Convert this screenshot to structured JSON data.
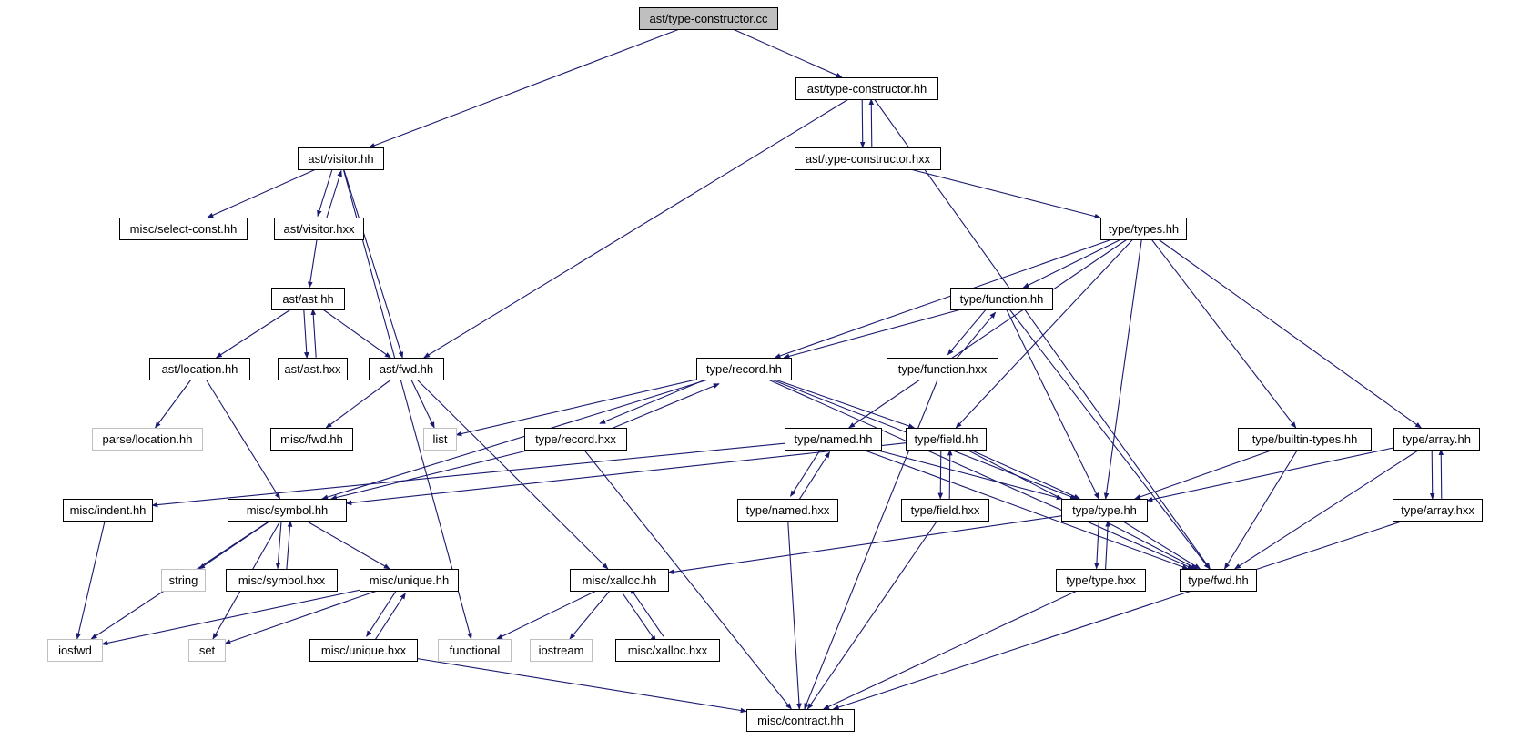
{
  "diagram": {
    "nodes": [
      {
        "id": "type_constructor_cc",
        "label": "ast/type-constructor.cc",
        "kind": "root"
      },
      {
        "id": "type_constructor_hh",
        "label": "ast/type-constructor.hh",
        "kind": "file"
      },
      {
        "id": "visitor_hh",
        "label": "ast/visitor.hh",
        "kind": "file"
      },
      {
        "id": "type_constructor_hxx",
        "label": "ast/type-constructor.hxx",
        "kind": "file"
      },
      {
        "id": "select_const_hh",
        "label": "misc/select-const.hh",
        "kind": "file"
      },
      {
        "id": "visitor_hxx",
        "label": "ast/visitor.hxx",
        "kind": "file"
      },
      {
        "id": "types_hh",
        "label": "type/types.hh",
        "kind": "file"
      },
      {
        "id": "ast_hh",
        "label": "ast/ast.hh",
        "kind": "file"
      },
      {
        "id": "function_hh",
        "label": "type/function.hh",
        "kind": "file"
      },
      {
        "id": "location_hh",
        "label": "ast/location.hh",
        "kind": "file"
      },
      {
        "id": "ast_hxx",
        "label": "ast/ast.hxx",
        "kind": "file"
      },
      {
        "id": "fwd_hh",
        "label": "ast/fwd.hh",
        "kind": "file"
      },
      {
        "id": "record_hh",
        "label": "type/record.hh",
        "kind": "file"
      },
      {
        "id": "function_hxx",
        "label": "type/function.hxx",
        "kind": "file"
      },
      {
        "id": "parse_location_hh",
        "label": "parse/location.hh",
        "kind": "system"
      },
      {
        "id": "misc_fwd_hh",
        "label": "misc/fwd.hh",
        "kind": "file"
      },
      {
        "id": "list",
        "label": "list",
        "kind": "system"
      },
      {
        "id": "record_hxx",
        "label": "type/record.hxx",
        "kind": "file"
      },
      {
        "id": "named_hh",
        "label": "type/named.hh",
        "kind": "file"
      },
      {
        "id": "field_hh",
        "label": "type/field.hh",
        "kind": "file"
      },
      {
        "id": "builtin_types_hh",
        "label": "type/builtin-types.hh",
        "kind": "file"
      },
      {
        "id": "array_hh",
        "label": "type/array.hh",
        "kind": "file"
      },
      {
        "id": "indent_hh",
        "label": "misc/indent.hh",
        "kind": "file"
      },
      {
        "id": "symbol_hh",
        "label": "misc/symbol.hh",
        "kind": "file"
      },
      {
        "id": "named_hxx",
        "label": "type/named.hxx",
        "kind": "file"
      },
      {
        "id": "field_hxx",
        "label": "type/field.hxx",
        "kind": "file"
      },
      {
        "id": "type_hh",
        "label": "type/type.hh",
        "kind": "file"
      },
      {
        "id": "array_hxx",
        "label": "type/array.hxx",
        "kind": "file"
      },
      {
        "id": "string",
        "label": "string",
        "kind": "system"
      },
      {
        "id": "symbol_hxx",
        "label": "misc/symbol.hxx",
        "kind": "file"
      },
      {
        "id": "unique_hh",
        "label": "misc/unique.hh",
        "kind": "file"
      },
      {
        "id": "xalloc_hh",
        "label": "misc/xalloc.hh",
        "kind": "file"
      },
      {
        "id": "type_hxx",
        "label": "type/type.hxx",
        "kind": "file"
      },
      {
        "id": "type_fwd_hh",
        "label": "type/fwd.hh",
        "kind": "file"
      },
      {
        "id": "iosfwd",
        "label": "iosfwd",
        "kind": "system"
      },
      {
        "id": "set",
        "label": "set",
        "kind": "system"
      },
      {
        "id": "unique_hxx",
        "label": "misc/unique.hxx",
        "kind": "file"
      },
      {
        "id": "functional",
        "label": "functional",
        "kind": "system"
      },
      {
        "id": "iostream",
        "label": "iostream",
        "kind": "system"
      },
      {
        "id": "xalloc_hxx",
        "label": "misc/xalloc.hxx",
        "kind": "file"
      },
      {
        "id": "contract_hh",
        "label": "misc/contract.hh",
        "kind": "file"
      }
    ],
    "edges": [
      [
        "type_constructor_cc",
        "visitor_hh"
      ],
      [
        "type_constructor_cc",
        "type_constructor_hh"
      ],
      [
        "type_constructor_hh",
        "type_constructor_hxx"
      ],
      [
        "type_constructor_hxx",
        "type_constructor_hh"
      ],
      [
        "type_constructor_hh",
        "fwd_hh"
      ],
      [
        "type_constructor_hh",
        "type_fwd_hh"
      ],
      [
        "visitor_hh",
        "select_const_hh"
      ],
      [
        "visitor_hh",
        "visitor_hxx"
      ],
      [
        "visitor_hxx",
        "visitor_hh"
      ],
      [
        "visitor_hh",
        "fwd_hh"
      ],
      [
        "visitor_hh",
        "functional"
      ],
      [
        "visitor_hxx",
        "ast_hh"
      ],
      [
        "ast_hh",
        "location_hh"
      ],
      [
        "ast_hh",
        "ast_hxx"
      ],
      [
        "ast_hxx",
        "ast_hh"
      ],
      [
        "ast_hh",
        "fwd_hh"
      ],
      [
        "location_hh",
        "parse_location_hh"
      ],
      [
        "location_hh",
        "symbol_hh"
      ],
      [
        "fwd_hh",
        "misc_fwd_hh"
      ],
      [
        "fwd_hh",
        "list"
      ],
      [
        "fwd_hh",
        "xalloc_hh"
      ],
      [
        "type_constructor_hxx",
        "types_hh"
      ],
      [
        "types_hh",
        "function_hh"
      ],
      [
        "types_hh",
        "record_hh"
      ],
      [
        "types_hh",
        "named_hh"
      ],
      [
        "types_hh",
        "field_hh"
      ],
      [
        "types_hh",
        "type_hh"
      ],
      [
        "types_hh",
        "builtin_types_hh"
      ],
      [
        "types_hh",
        "array_hh"
      ],
      [
        "function_hh",
        "record_hh"
      ],
      [
        "function_hh",
        "function_hxx"
      ],
      [
        "function_hxx",
        "function_hh"
      ],
      [
        "function_hh",
        "type_hh"
      ],
      [
        "function_hh",
        "type_fwd_hh"
      ],
      [
        "function_hxx",
        "contract_hh"
      ],
      [
        "record_hh",
        "list"
      ],
      [
        "record_hh",
        "record_hxx"
      ],
      [
        "record_hxx",
        "record_hh"
      ],
      [
        "record_hh",
        "symbol_hh"
      ],
      [
        "record_hh",
        "field_hh"
      ],
      [
        "record_hh",
        "type_hh"
      ],
      [
        "record_hh",
        "type_fwd_hh"
      ],
      [
        "record_hxx",
        "symbol_hh"
      ],
      [
        "record_hxx",
        "contract_hh"
      ],
      [
        "named_hh",
        "indent_hh"
      ],
      [
        "named_hh",
        "named_hxx"
      ],
      [
        "named_hxx",
        "named_hh"
      ],
      [
        "named_hh",
        "type_hh"
      ],
      [
        "named_hh",
        "type_fwd_hh"
      ],
      [
        "named_hxx",
        "contract_hh"
      ],
      [
        "field_hh",
        "symbol_hh"
      ],
      [
        "field_hh",
        "field_hxx"
      ],
      [
        "field_hxx",
        "field_hh"
      ],
      [
        "field_hh",
        "type_hh"
      ],
      [
        "field_hh",
        "type_fwd_hh"
      ],
      [
        "field_hxx",
        "contract_hh"
      ],
      [
        "builtin_types_hh",
        "type_hh"
      ],
      [
        "builtin_types_hh",
        "type_fwd_hh"
      ],
      [
        "array_hh",
        "array_hxx"
      ],
      [
        "array_hxx",
        "array_hh"
      ],
      [
        "array_hh",
        "type_hh"
      ],
      [
        "array_hh",
        "type_fwd_hh"
      ],
      [
        "array_hxx",
        "contract_hh"
      ],
      [
        "type_hh",
        "xalloc_hh"
      ],
      [
        "type_hh",
        "type_hxx"
      ],
      [
        "type_hxx",
        "type_hh"
      ],
      [
        "type_hh",
        "type_fwd_hh"
      ],
      [
        "type_hxx",
        "contract_hh"
      ],
      [
        "indent_hh",
        "iosfwd"
      ],
      [
        "symbol_hh",
        "iosfwd"
      ],
      [
        "symbol_hh",
        "set"
      ],
      [
        "symbol_hh",
        "string"
      ],
      [
        "symbol_hh",
        "symbol_hxx"
      ],
      [
        "symbol_hxx",
        "symbol_hh"
      ],
      [
        "symbol_hh",
        "unique_hh"
      ],
      [
        "unique_hh",
        "iosfwd"
      ],
      [
        "unique_hh",
        "set"
      ],
      [
        "unique_hh",
        "unique_hxx"
      ],
      [
        "unique_hxx",
        "unique_hh"
      ],
      [
        "unique_hxx",
        "contract_hh"
      ],
      [
        "xalloc_hh",
        "functional"
      ],
      [
        "xalloc_hh",
        "iostream"
      ],
      [
        "xalloc_hh",
        "xalloc_hxx"
      ],
      [
        "xalloc_hxx",
        "xalloc_hh"
      ]
    ],
    "colors": {
      "edge": "#191970",
      "root_fill": "#bfbfbf",
      "node_border": "#000000",
      "system_border": "#bfbfbf"
    }
  }
}
